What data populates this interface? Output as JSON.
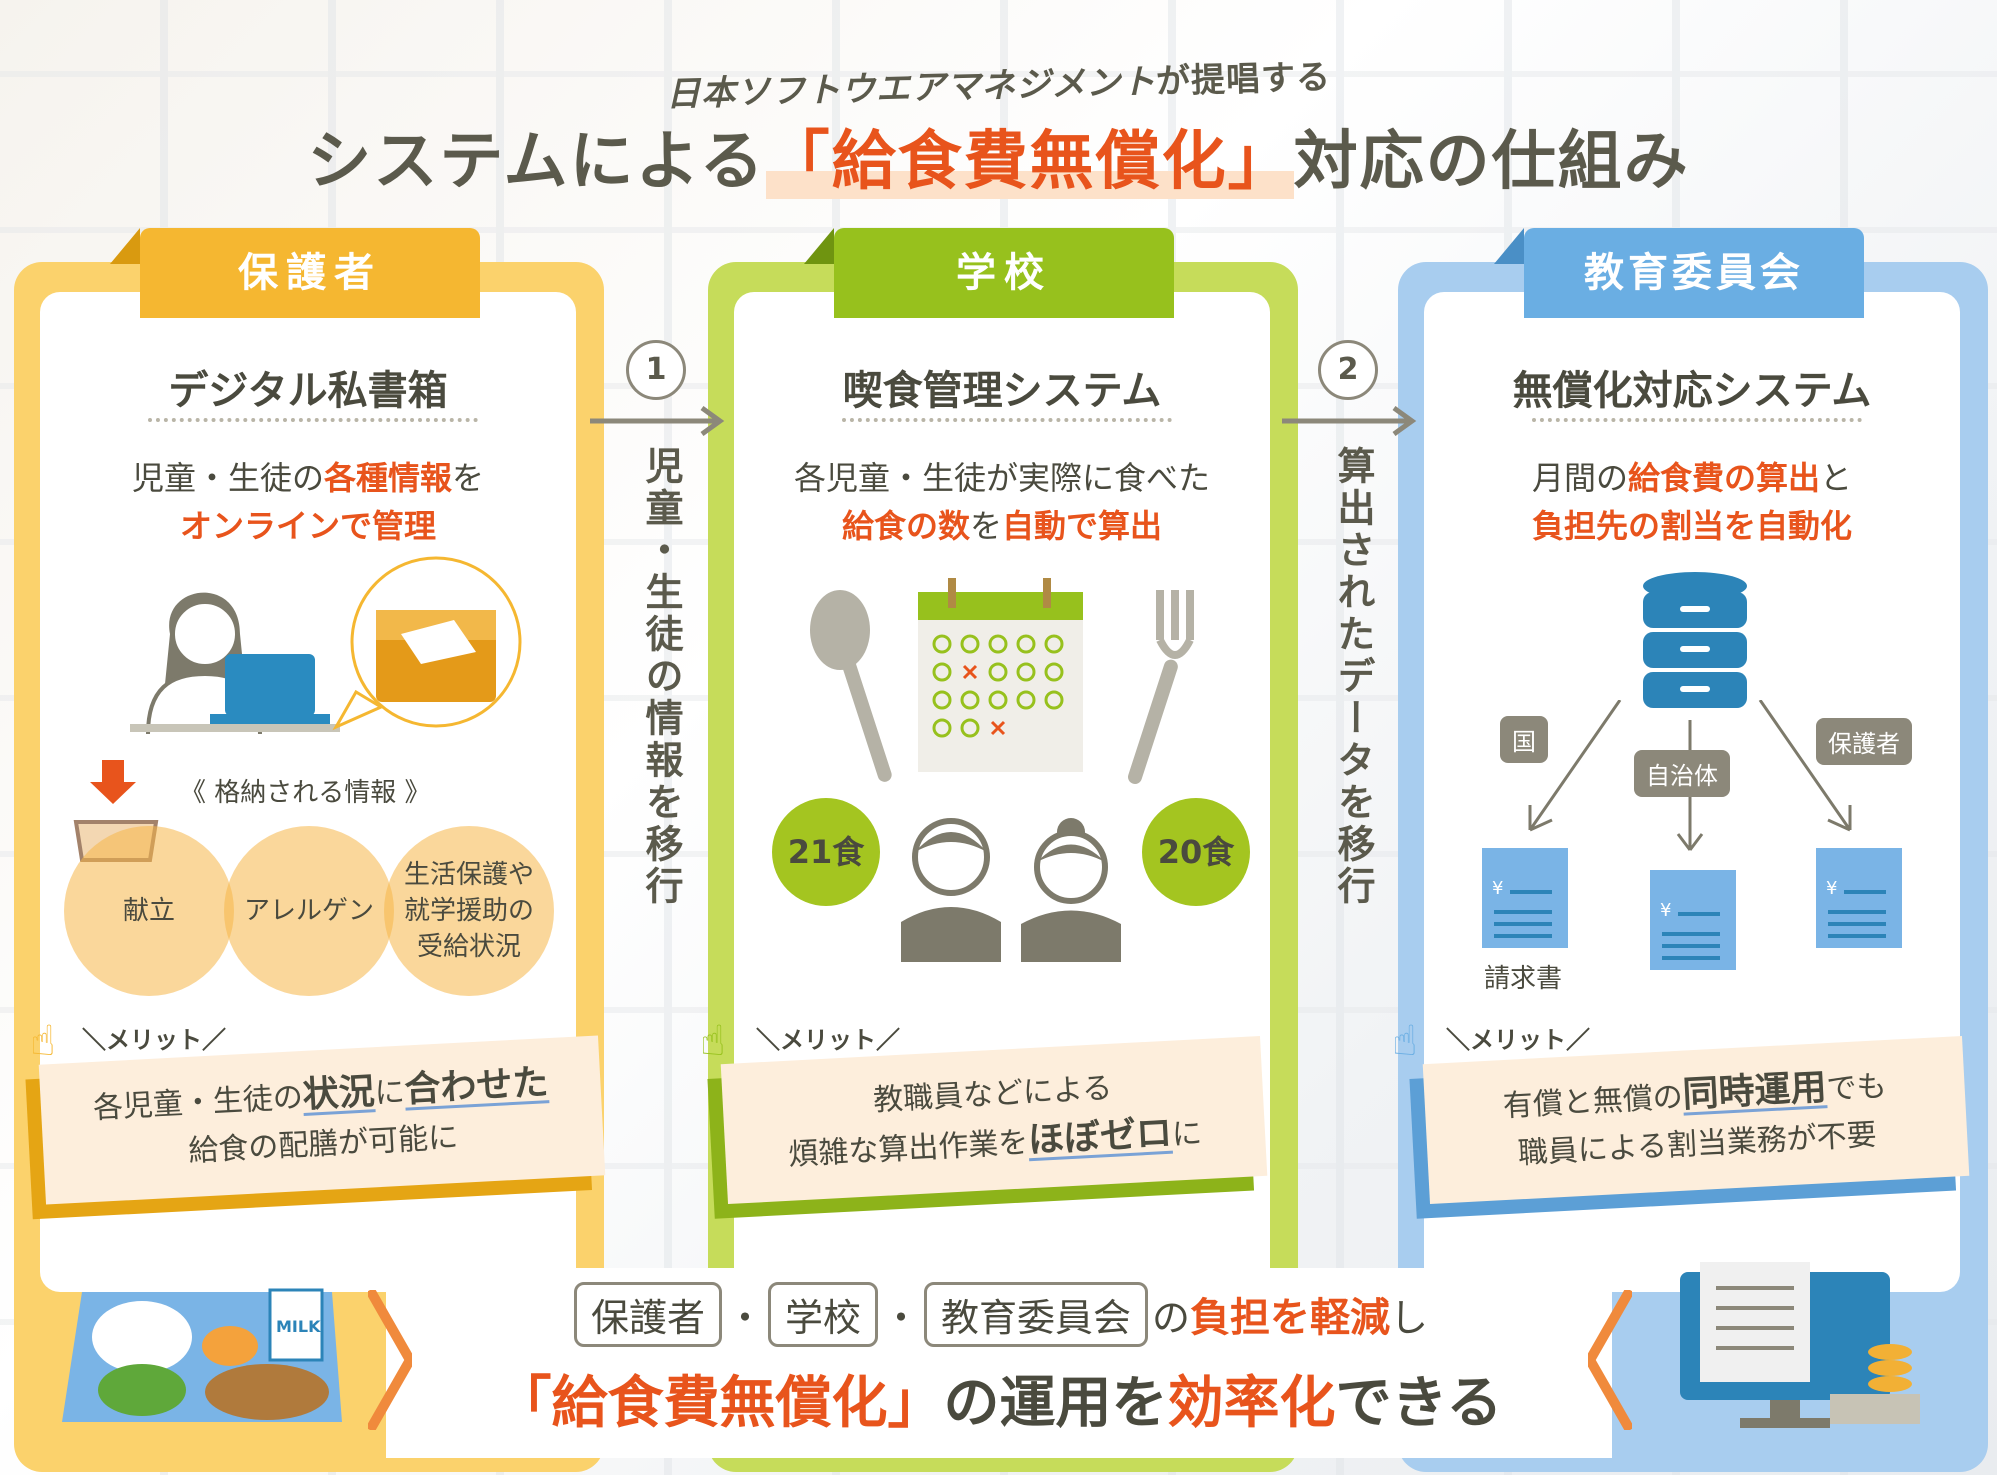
{
  "header": {
    "subtitle_brand": "日本ソフトウエアマネジメント",
    "subtitle_rest": "が提唱する",
    "title_pre": "システムによる",
    "title_hl": "「給食費無償化」",
    "title_post": "対応の仕組み"
  },
  "colors": {
    "orange": "#f5b731",
    "green": "#a4c520",
    "blue": "#7ab4e6",
    "accent": "#e8541c",
    "dark": "#5b5a4c"
  },
  "columns": [
    {
      "head": "保護者",
      "system": "デジタル私書箱",
      "desc_pre": "児童・生徒の",
      "desc_hl1": "各種情報",
      "desc_mid": "を",
      "desc_hl2": "オンラインで管理",
      "stored_label": "《 格納される情報 》",
      "stored": [
        "献立",
        "アレルゲン",
        "生活保護や就学援助の受給状況"
      ],
      "merit_label": "＼メリット／",
      "merit_l1_pre": "各児童・生徒の",
      "merit_l1_u1": "状況",
      "merit_l1_mid": "に",
      "merit_l1_u2": "合わせた",
      "merit_l2": "給食の配膳が可能に"
    },
    {
      "head": "学校",
      "system": "喫食管理システム",
      "desc_l1": "各児童・生徒が実際に食べた",
      "desc_hl1": "給食の数",
      "desc_mid": "を",
      "desc_hl2": "自動で算出",
      "meal_a": "21食",
      "meal_b": "20食",
      "merit_label": "＼メリット／",
      "merit_l1": "教職員などによる",
      "merit_l2_pre": "煩雑な算出作業を",
      "merit_l2_u": "ほぼゼロ",
      "merit_l2_post": "に"
    },
    {
      "head": "教育委員会",
      "system": "無償化対応システム",
      "desc_pre": "月間の",
      "desc_hl1": "給食費の算出",
      "desc_mid": "と",
      "desc_hl2": "負担先の割当を自動化",
      "tags": [
        "国",
        "自治体",
        "保護者"
      ],
      "invoice_label": "請求書",
      "merit_label": "＼メリット／",
      "merit_l1_pre": "有償と無償の",
      "merit_l1_u": "同時運用",
      "merit_l1_post": "でも",
      "merit_l2": "職員による割当業務が不要"
    }
  ],
  "steps": [
    {
      "num": "1",
      "text": "児童・生徒の情報を移行"
    },
    {
      "num": "2",
      "text": "算出されたデータを移行"
    }
  ],
  "bottom": {
    "box1": "保護者",
    "box2": "学校",
    "box3": "教育委員会",
    "sep": "・",
    "l1_mid": "の",
    "l1_hl": "負担を軽減",
    "l1_post": "し",
    "l2_hl1": "「給食費無償化」",
    "l2_mid": "の運用を",
    "l2_hl2": "効率化",
    "l2_post": "できる",
    "milk": "MILK"
  }
}
